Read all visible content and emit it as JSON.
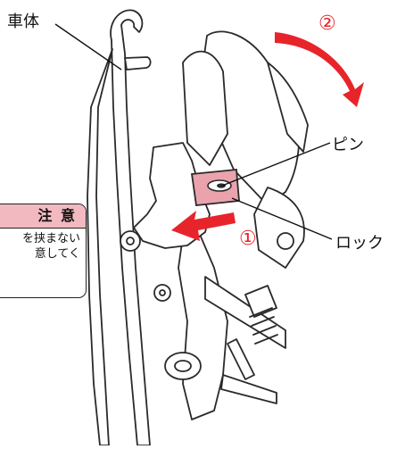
{
  "labels": {
    "frame": "車体",
    "pin": "ピン",
    "lock": "ロック",
    "step1": "①",
    "step2": "②"
  },
  "caution": {
    "title": "注 意",
    "lines": [
      "を挟まない",
      "意してく"
    ]
  },
  "colors": {
    "arrow": "#e8242b",
    "lock_highlight": "#eaa3ad",
    "caution_header": "#f2b9c1",
    "line": "#2a2a2a"
  }
}
